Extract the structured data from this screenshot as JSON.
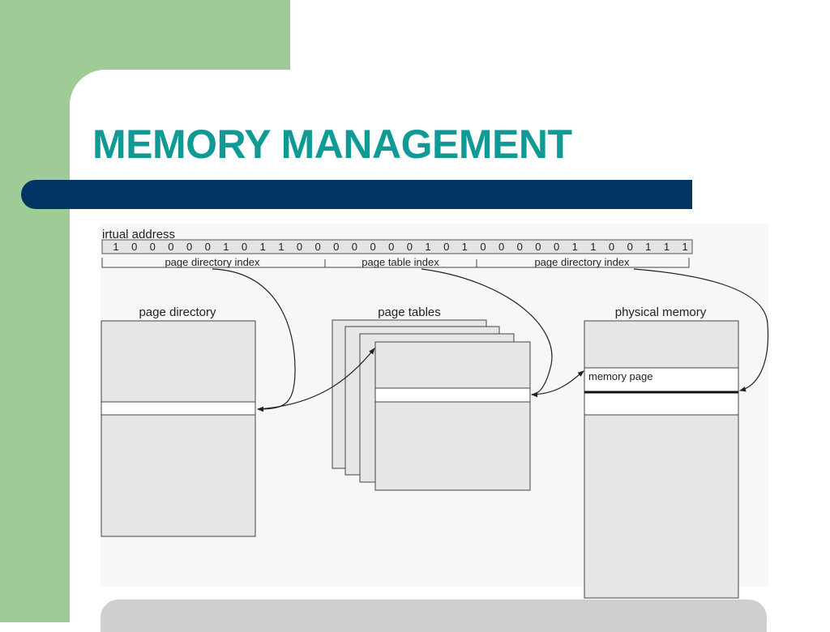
{
  "slide": {
    "title": "MEMORY MANAGEMENT"
  },
  "colors": {
    "background_green": "#9fcc96",
    "title_teal": "#0f9a95",
    "bar_navy": "#003463"
  },
  "diagram": {
    "virtual_address_label": "irtual address",
    "address_bits": [
      "1",
      "0",
      "0",
      "0",
      "0",
      "0",
      "1",
      "0",
      "1",
      "1",
      "0",
      "0",
      "0",
      "0",
      "0",
      "0",
      "0",
      "1",
      "0",
      "1",
      "0",
      "0",
      "0",
      "0",
      "0",
      "1",
      "1",
      "0",
      "0",
      "1",
      "1",
      "1"
    ],
    "fields": {
      "first": "page directory index",
      "second": "page table index",
      "third": "page directory index"
    },
    "page_directory_label": "page directory",
    "page_tables_label": "page tables",
    "physical_memory_label": "physical memory",
    "memory_page_label": "memory page"
  }
}
